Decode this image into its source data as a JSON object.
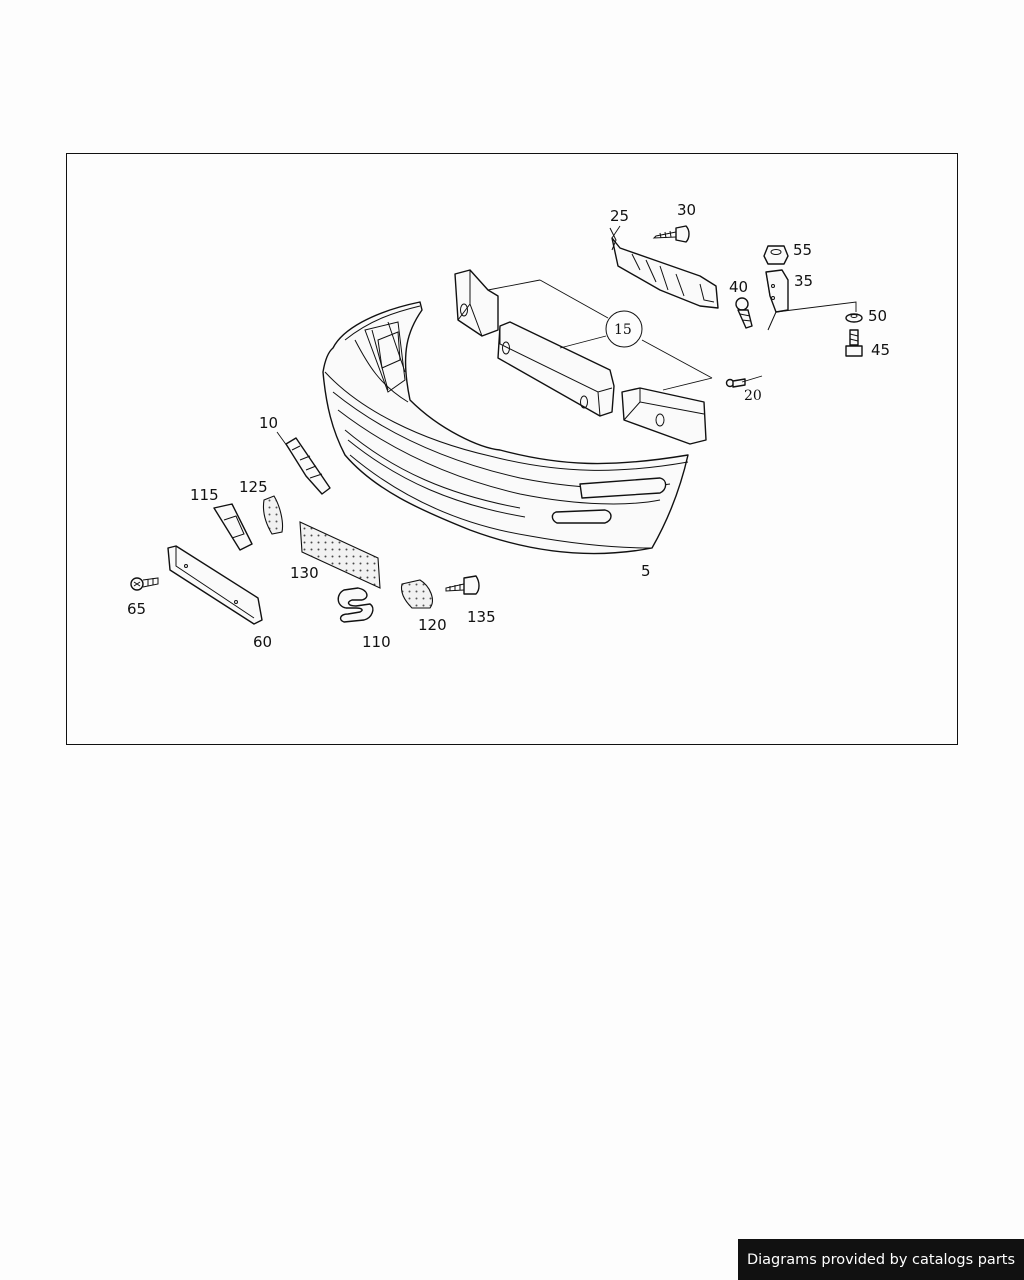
{
  "diagram": {
    "callouts": {
      "p5": "5",
      "p10": "10",
      "p15": "15",
      "p20": "20",
      "p25": "25",
      "p30": "30",
      "p35": "35",
      "p40": "40",
      "p45": "45",
      "p50": "50",
      "p55": "55",
      "p60": "60",
      "p65": "65",
      "p110": "110",
      "p115": "115",
      "p120": "120",
      "p125": "125",
      "p130": "130",
      "p135": "135"
    }
  },
  "footer": {
    "credit": "Diagrams provided by catalogs parts"
  }
}
